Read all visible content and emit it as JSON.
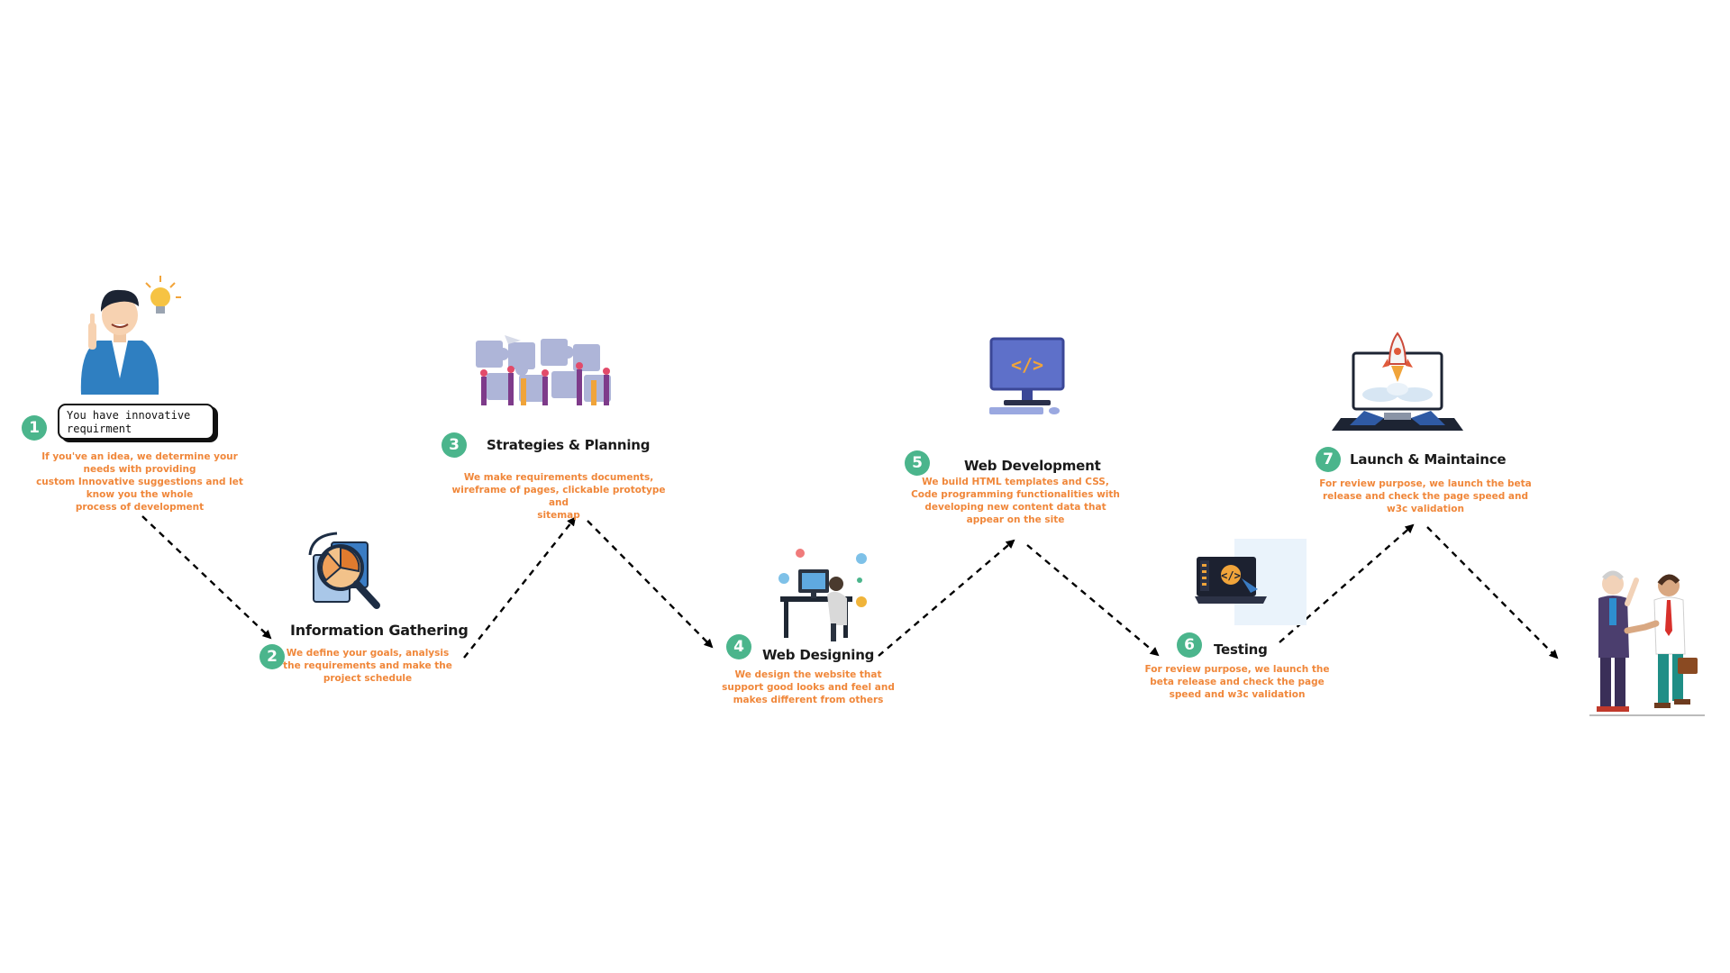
{
  "colors": {
    "badge": "#4bb58c",
    "description": "#f0873a",
    "title": "#1a1a1a",
    "arrow": "#000000"
  },
  "steps": [
    {
      "number": "1",
      "title": "",
      "bubble_lines": [
        "You have innovative",
        "requirment"
      ],
      "description_lines": [
        "If you've an idea, we determine your",
        "needs with providing",
        "custom Innovative suggestions and let",
        "know you the whole",
        "process of development"
      ],
      "illustration": "thinking-man-with-lightbulb-icon"
    },
    {
      "number": "2",
      "title": "Information Gathering",
      "description_lines": [
        "We define your goals, analysis",
        "the requirements and make the",
        "project schedule"
      ],
      "illustration": "magnifier-documents-icon"
    },
    {
      "number": "3",
      "title": "Strategies & Planning",
      "description_lines": [
        "We make requirements documents,",
        "wireframe of pages, clickable prototype and",
        "sitemap"
      ],
      "illustration": "team-puzzle-icon"
    },
    {
      "number": "4",
      "title": "Web Designing",
      "description_lines": [
        "We design the website that",
        "support good looks and feel and",
        "makes different from others"
      ],
      "illustration": "designer-at-desk-icon"
    },
    {
      "number": "5",
      "title": "Web Development",
      "description_lines": [
        "We build HTML templates and CSS,",
        "Code programming functionalities with",
        "developing new content data that",
        "appear on the site"
      ],
      "illustration": "code-monitor-icon"
    },
    {
      "number": "6",
      "title": "Testing",
      "description_lines": [
        "For review purpose, we launch the",
        "beta release and check the page",
        "speed and w3c validation"
      ],
      "illustration": "laptop-code-icon"
    },
    {
      "number": "7",
      "title": "Launch & Maintaince",
      "description_lines": [
        "For review purpose, we launch the beta",
        "release and check the page speed and",
        "w3c validation"
      ],
      "illustration": "rocket-laptop-icon"
    }
  ],
  "final_illustration": "handshake-icon"
}
